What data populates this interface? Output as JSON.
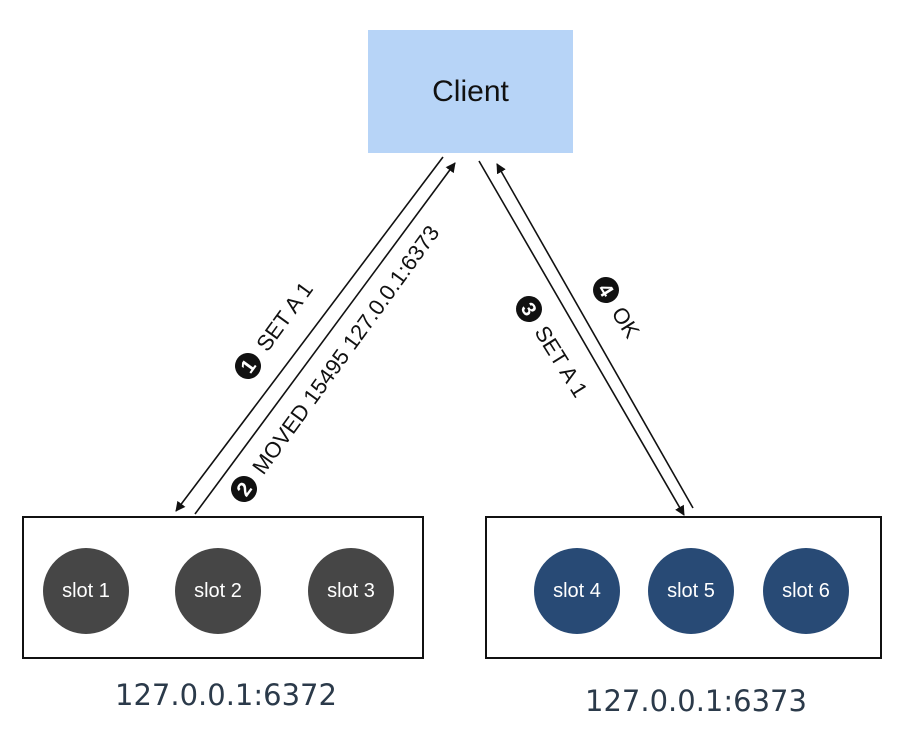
{
  "client": {
    "label": "Client"
  },
  "nodes": [
    {
      "address": "127.0.0.1:6372",
      "slots": [
        "slot 1",
        "slot 2",
        "slot 3"
      ]
    },
    {
      "address": "127.0.0.1:6373",
      "slots": [
        "slot 4",
        "slot 5",
        "slot 6"
      ]
    }
  ],
  "steps": [
    {
      "number": "1",
      "label": "SET  A  1"
    },
    {
      "number": "2",
      "label": "MOVED 15495 127.0.0.1:6373"
    },
    {
      "number": "3",
      "label": "SET  A  1"
    },
    {
      "number": "4",
      "label": "OK"
    }
  ],
  "colors": {
    "client_fill": "#b7d4f7",
    "left_slot_fill": "#464646",
    "right_slot_fill": "#284a75",
    "arrow": "#111111"
  }
}
